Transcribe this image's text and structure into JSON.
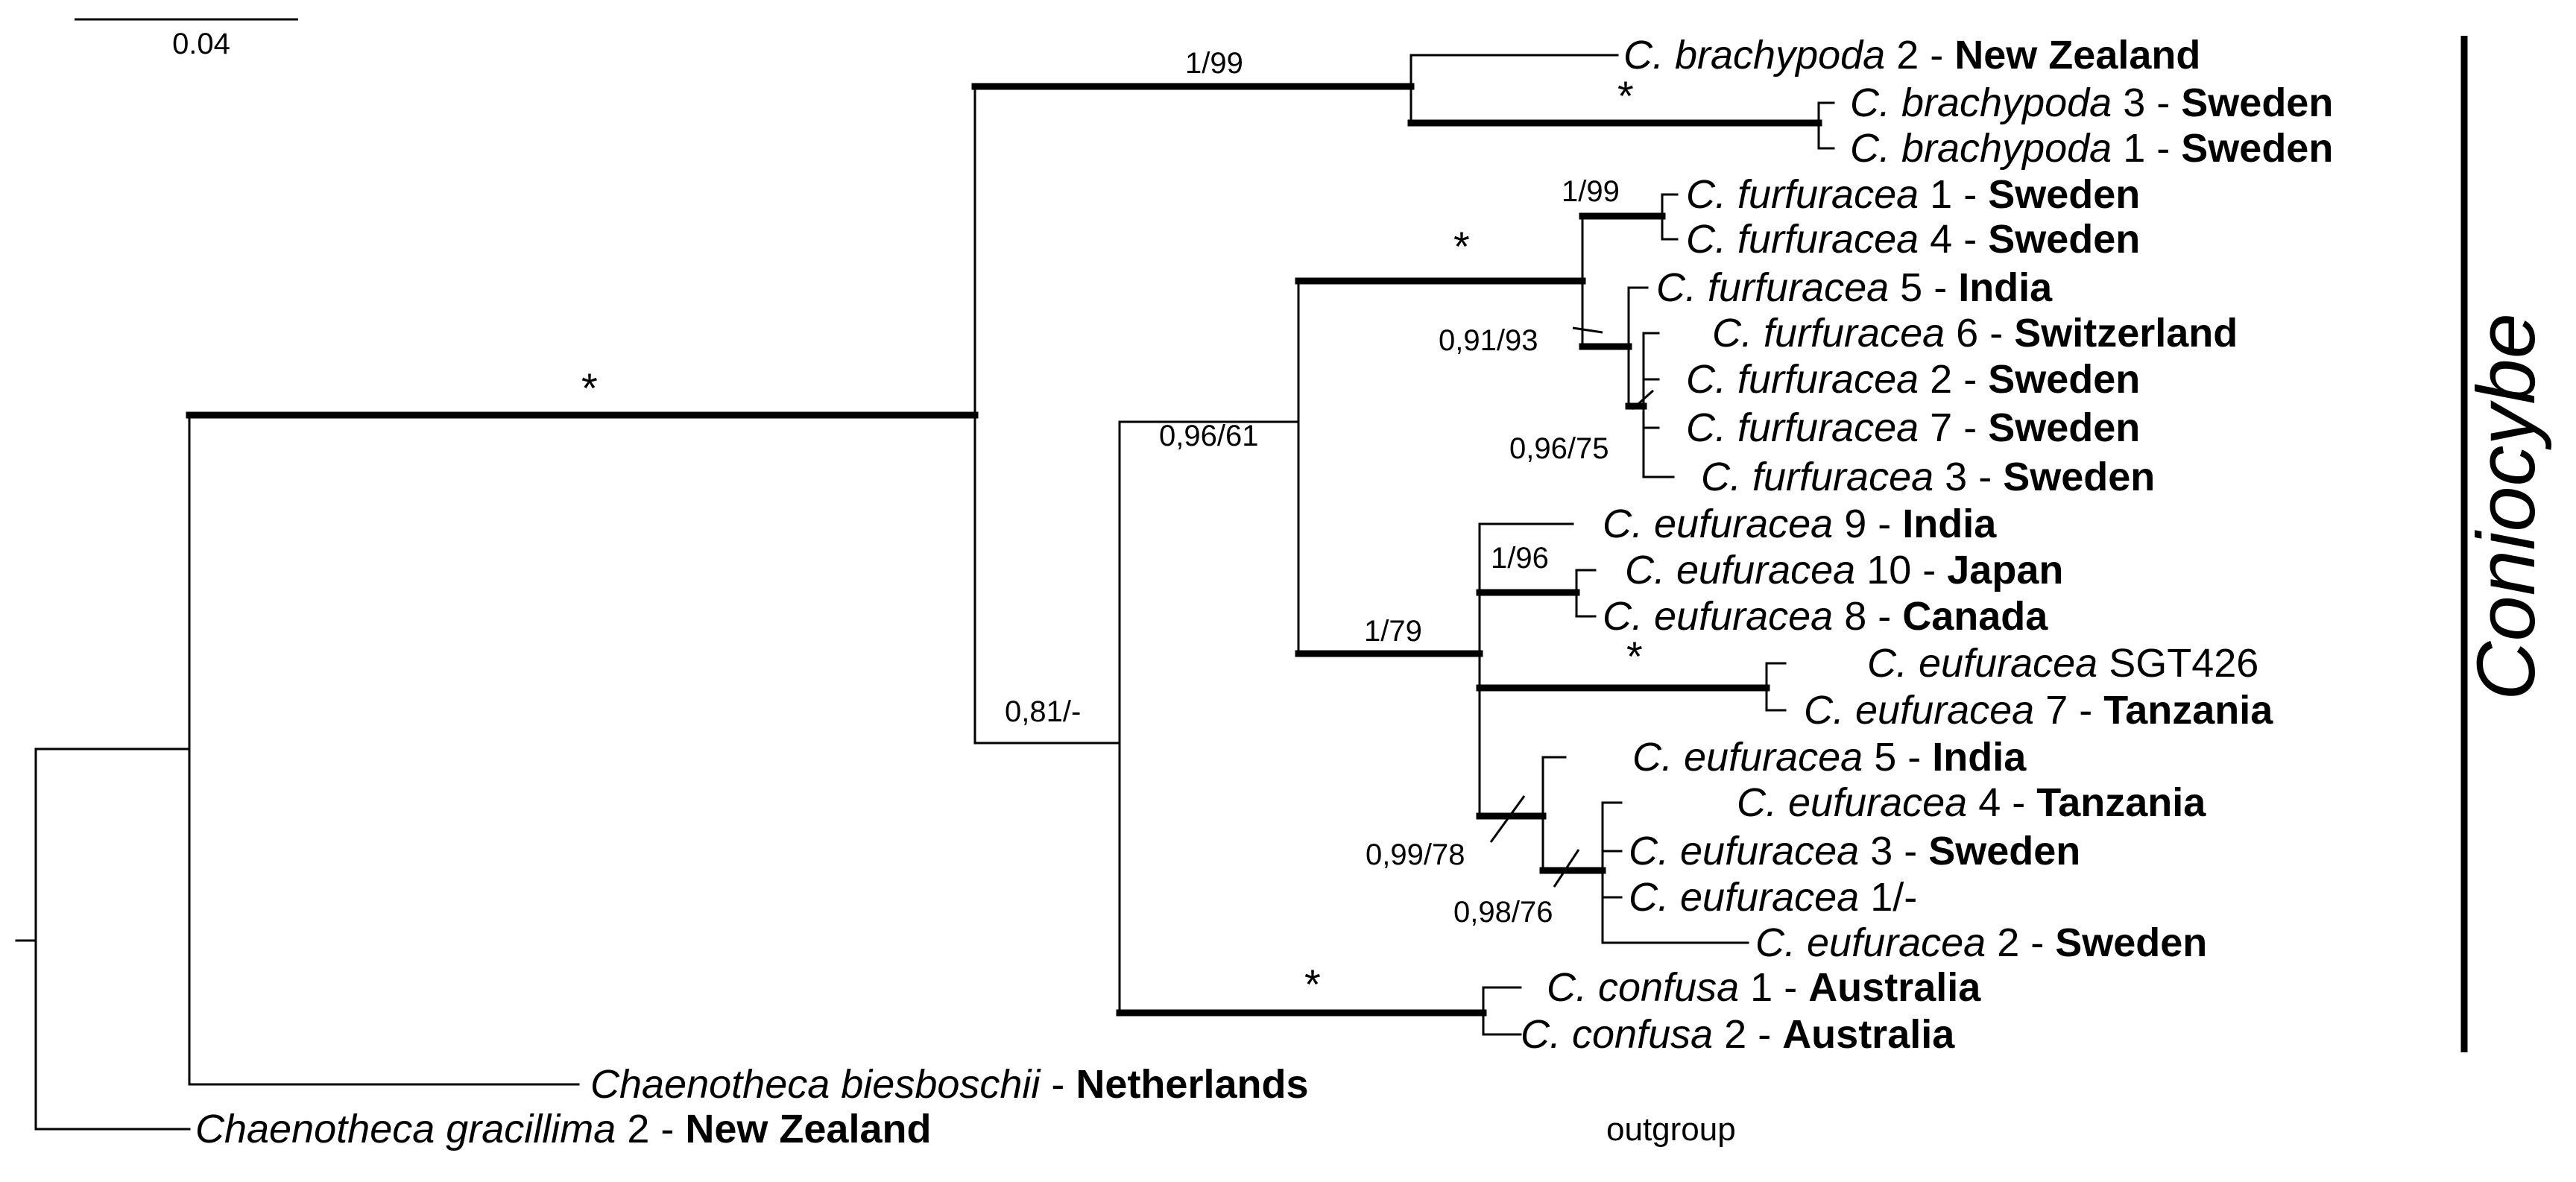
{
  "scale_bar": {
    "label": "0.04"
  },
  "clade_label": "Coniocybe",
  "outgroup_label": "outgroup",
  "taxa": [
    {
      "genus": "C.",
      "species": "brachypoda",
      "id": "2",
      "country": "New Zealand"
    },
    {
      "genus": "C.",
      "species": "brachypoda",
      "id": "3",
      "country": "Sweden"
    },
    {
      "genus": "C.",
      "species": "brachypoda",
      "id": "1",
      "country": "Sweden"
    },
    {
      "genus": "C.",
      "species": "furfuracea",
      "id": "1",
      "country": "Sweden"
    },
    {
      "genus": "C.",
      "species": "furfuracea",
      "id": "4",
      "country": "Sweden"
    },
    {
      "genus": "C.",
      "species": "furfuracea",
      "id": "5",
      "country": "India"
    },
    {
      "genus": "C.",
      "species": "furfuracea",
      "id": "6",
      "country": "Switzerland"
    },
    {
      "genus": "C.",
      "species": "furfuracea",
      "id": "2",
      "country": "Sweden"
    },
    {
      "genus": "C.",
      "species": "furfuracea",
      "id": "7",
      "country": "Sweden"
    },
    {
      "genus": "C.",
      "species": "furfuracea",
      "id": "3",
      "country": "Sweden"
    },
    {
      "genus": "C.",
      "species": "eufuracea",
      "id": "9",
      "country": "India"
    },
    {
      "genus": "C.",
      "species": "eufuracea",
      "id": "10",
      "country": "Japan"
    },
    {
      "genus": "C.",
      "species": "eufuracea",
      "id": "8",
      "country": "Canada"
    },
    {
      "genus": "C.",
      "species": "eufuracea",
      "id": "SGT426",
      "country": ""
    },
    {
      "genus": "C.",
      "species": "eufuracea",
      "id": "7",
      "country": "Tanzania"
    },
    {
      "genus": "C.",
      "species": "eufuracea",
      "id": "5",
      "country": "India"
    },
    {
      "genus": "C.",
      "species": "eufuracea",
      "id": "4",
      "country": "Tanzania"
    },
    {
      "genus": "C.",
      "species": "eufuracea",
      "id": "3",
      "country": "Sweden"
    },
    {
      "genus": "C.",
      "species": "eufuracea",
      "id": "1/-",
      "country": ""
    },
    {
      "genus": "C.",
      "species": "eufuracea",
      "id": "2",
      "country": "Sweden"
    },
    {
      "genus": "C.",
      "species": "confusa",
      "id": "1",
      "country": "Australia"
    },
    {
      "genus": "C.",
      "species": "confusa",
      "id": "2",
      "country": "Australia"
    },
    {
      "genus": "Chaenotheca",
      "species": "biesboschii",
      "id": "",
      "country": "Netherlands"
    },
    {
      "genus": "Chaenotheca",
      "species": "gracillima",
      "id": "2",
      "country": "New Zealand"
    }
  ],
  "support_values": [
    "1/99",
    "*",
    "*",
    "1/99",
    "0,91/93",
    "0,96/75",
    "0,96/61",
    "1/96",
    "1/79",
    "*",
    "0,99/78",
    "0,98/76",
    "0,81/-",
    "*",
    "*"
  ]
}
